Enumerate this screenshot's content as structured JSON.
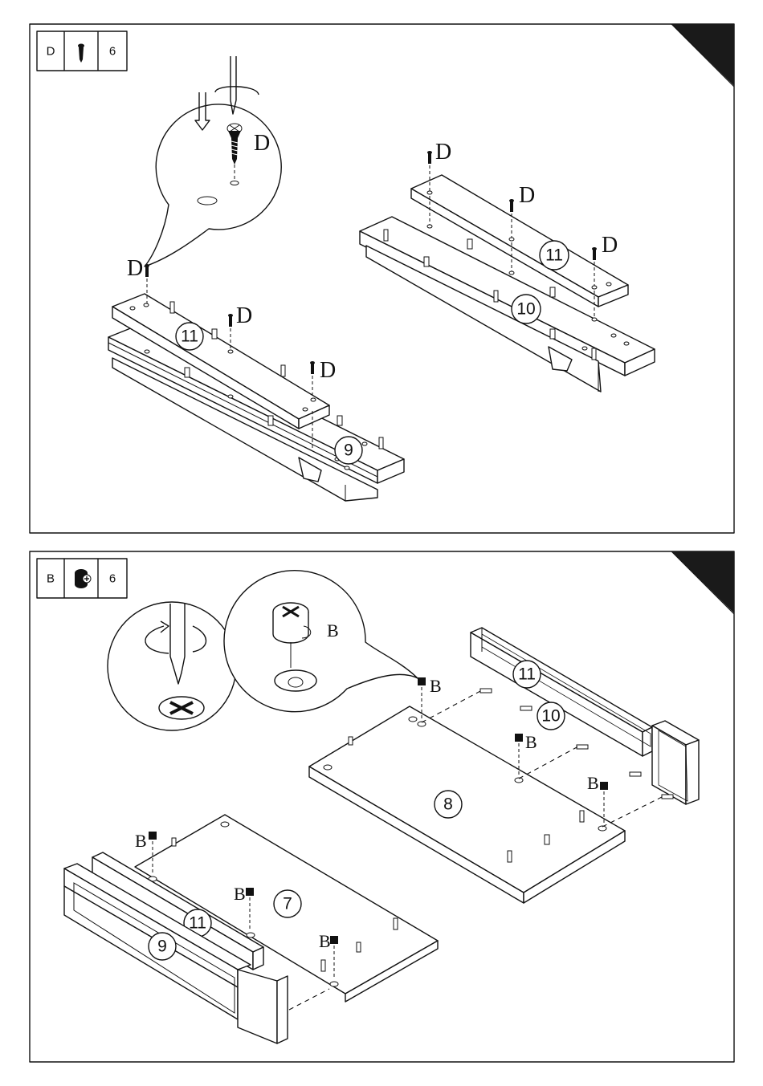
{
  "steps": [
    {
      "parts_box": {
        "letter": "D",
        "icon": "screw-icon",
        "count": "6"
      },
      "callout_label": "D",
      "screw_labels": [
        "D",
        "D",
        "D",
        "D",
        "D",
        "D"
      ],
      "panel_numbers": [
        "11",
        "9",
        "11",
        "10"
      ]
    },
    {
      "parts_box": {
        "letter": "B",
        "icon": "cam-lock-icon",
        "count": "6"
      },
      "callout_label": "B",
      "cam_labels": [
        "B",
        "B",
        "B",
        "B",
        "B",
        "B"
      ],
      "panel_numbers": [
        "11",
        "10",
        "8",
        "7",
        "11",
        "9"
      ]
    }
  ],
  "colors": {
    "ink": "#111111",
    "paper": "#ffffff",
    "corner_tab": "#1a1a1a"
  }
}
